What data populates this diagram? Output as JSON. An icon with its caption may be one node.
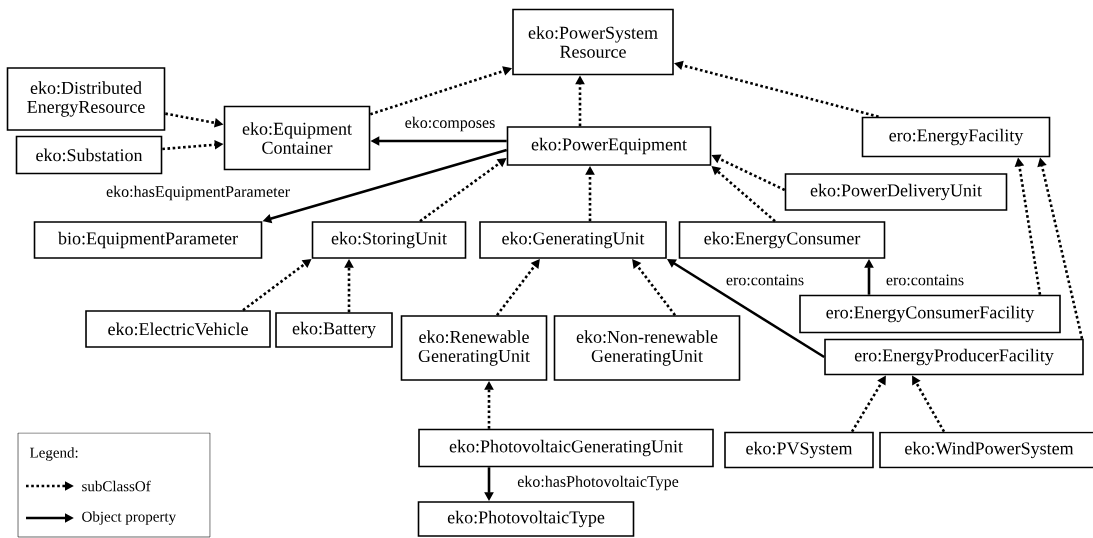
{
  "diagram": {
    "nodes": [
      {
        "text": [
          "eko:PowerSystem Resource"
        ]
      },
      {
        "text": [
          "eko:Distributed EnergyResource"
        ]
      },
      {
        "text": [
          "eko:Equipment Container"
        ]
      },
      {
        "text": [
          "eko:Substation"
        ]
      },
      {
        "text": [
          "eko:PowerEquipment"
        ]
      },
      {
        "text": [
          "ero:EnergyFacility"
        ]
      },
      {
        "text": [
          "eko:PowerDeliveryUnit"
        ]
      },
      {
        "text": [
          "bio:EquipmentParameter"
        ]
      },
      {
        "text": [
          "eko:StoringUnit"
        ]
      },
      {
        "text": [
          "eko:GeneratingUnit"
        ]
      },
      {
        "text": [
          "eko:EnergyConsumer"
        ]
      },
      {
        "text": [
          "eko:ElectricVehicle"
        ]
      },
      {
        "text": [
          "eko:Battery"
        ]
      },
      {
        "text": [
          "eko:Renewable GeneratingUnit"
        ]
      },
      {
        "text": [
          "eko:Non-renewable GeneratingUnit"
        ]
      },
      {
        "text": [
          "ero:EnergyConsumerFacility"
        ]
      },
      {
        "text": [
          "ero:EnergyProducerFacility"
        ]
      },
      {
        "text": [
          "eko:PhotovoltaicGeneratingUnit"
        ]
      },
      {
        "text": [
          "eko:PVSystem"
        ]
      },
      {
        "text": [
          "eko:WindPowerSystem"
        ]
      },
      {
        "text": [
          "eko:PhotovoltaicType"
        ]
      }
    ],
    "edges": [
      {
        "from": 2,
        "to": 0,
        "arrow": "to",
        "style": "dashed"
      },
      {
        "from": 1,
        "to": 2,
        "arrow": "to",
        "style": "dashed"
      },
      {
        "from": 3,
        "to": 2,
        "arrow": "to",
        "style": "dashed"
      },
      {
        "from": 4,
        "to": 0,
        "arrow": "to",
        "style": "dashed"
      },
      {
        "from": 5,
        "to": 0,
        "arrow": "to",
        "style": "dashed"
      },
      {
        "from": 6,
        "to": 4,
        "arrow": "to",
        "style": "dashed"
      },
      {
        "from": 10,
        "to": 4,
        "arrow": "to",
        "style": "dashed"
      },
      {
        "from": 8,
        "to": 4,
        "arrow": "to",
        "style": "dashed"
      },
      {
        "from": 9,
        "to": 4,
        "arrow": "to",
        "style": "dashed"
      },
      {
        "from": 11,
        "to": 8,
        "arrow": "to",
        "style": "dashed"
      },
      {
        "from": 12,
        "to": 8,
        "arrow": "to",
        "style": "dashed"
      },
      {
        "from": 13,
        "to": 9,
        "arrow": "to",
        "style": "dashed"
      },
      {
        "from": 14,
        "to": 9,
        "arrow": "to",
        "style": "dashed"
      },
      {
        "from": 17,
        "to": 13,
        "arrow": "to",
        "style": "dashed"
      },
      {
        "from": 15,
        "to": 5,
        "arrow": "to",
        "style": "dashed"
      },
      {
        "from": 16,
        "to": 5,
        "arrow": "to",
        "style": "dashed"
      },
      {
        "from": 18,
        "to": 16,
        "arrow": "to",
        "style": "dashed"
      },
      {
        "from": 19,
        "to": 16,
        "arrow": "to",
        "style": "dashed"
      },
      {
        "from": 4,
        "to": 2,
        "arrow": "to",
        "label": "eko:composes"
      },
      {
        "from": 4,
        "to": 7,
        "arrow": "to",
        "label": "eko:hasEquipmentParameter"
      },
      {
        "from": 16,
        "to": 9,
        "arrow": "to",
        "label": "ero:contains"
      },
      {
        "from": 15,
        "to": 10,
        "arrow": "to",
        "label": "ero:contains"
      },
      {
        "from": 17,
        "to": 20,
        "arrow": "to",
        "label": "eko:hasPhotovoltaicType"
      }
    ],
    "labels": [
      "Legend:"
    ],
    "legend": [
      {
        "text": "subClassOf"
      },
      {
        "text": "Object property"
      }
    ]
  }
}
